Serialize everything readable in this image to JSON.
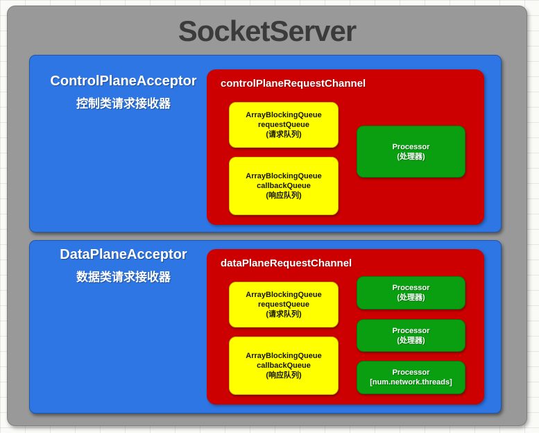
{
  "title": "SocketServer",
  "colors": {
    "gray": "#999999",
    "blue": "#2e76e3",
    "red": "#cc0000",
    "yellow": "#ffff00",
    "green": "#0a9f10",
    "title_text": "#3b3b3b"
  },
  "sections": [
    {
      "acceptor_name": "ControlPlaneAcceptor",
      "acceptor_name_zh": "控制类请求接收器",
      "channel_name": "controlPlaneRequestChannel",
      "queues": [
        {
          "line1": "ArrayBlockingQueue",
          "line2": "requestQueue",
          "line3": "(请求队列)"
        },
        {
          "line1": "ArrayBlockingQueue",
          "line2": "callbackQueue",
          "line3": "(响应队列)"
        }
      ],
      "processors": [
        {
          "line1": "Processor",
          "line2": "(处理器)"
        }
      ]
    },
    {
      "acceptor_name": "DataPlaneAcceptor",
      "acceptor_name_zh": "数据类请求接收器",
      "channel_name": "dataPlaneRequestChannel",
      "queues": [
        {
          "line1": "ArrayBlockingQueue",
          "line2": "requestQueue",
          "line3": "(请求队列)"
        },
        {
          "line1": "ArrayBlockingQueue",
          "line2": "callbackQueue",
          "line3": "(响应队列)"
        }
      ],
      "processors": [
        {
          "line1": "Processor",
          "line2": "(处理器)"
        },
        {
          "line1": "Processor",
          "line2": "(处理器)"
        },
        {
          "line1": "Processor",
          "line2": "[num.network.threads]"
        }
      ]
    }
  ]
}
